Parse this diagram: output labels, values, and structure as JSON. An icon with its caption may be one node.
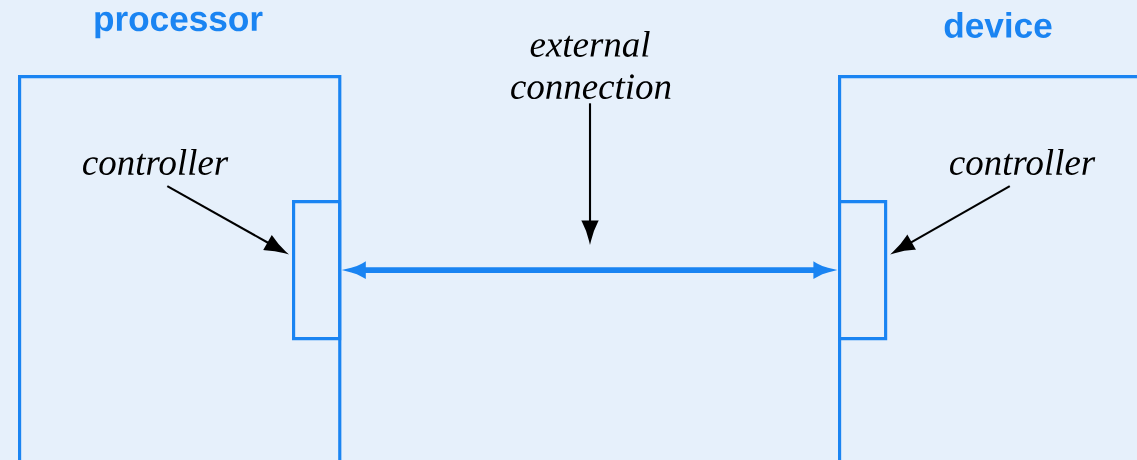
{
  "diagram": {
    "nodes": [
      {
        "text": [
          "processor"
        ]
      },
      {
        "text": [],
        "shape": "box",
        "in": 0
      },
      {
        "text": [
          "controller"
        ],
        "in": 0
      },
      {
        "text": [
          "device"
        ]
      },
      {
        "text": [],
        "shape": "box",
        "in": 3
      },
      {
        "text": [
          "controller"
        ],
        "in": 3
      },
      {
        "text": [
          "external connection"
        ]
      }
    ],
    "edges": [
      {
        "from": 1,
        "to": 4,
        "arrow": "both",
        "style": "thick",
        "color": "#1a84f2"
      },
      {
        "from": 2,
        "to": 1,
        "arrow": "to"
      },
      {
        "from": 5,
        "to": 4,
        "arrow": "to"
      },
      {
        "from": 6,
        "to": null,
        "arrow": "to"
      }
    ]
  }
}
